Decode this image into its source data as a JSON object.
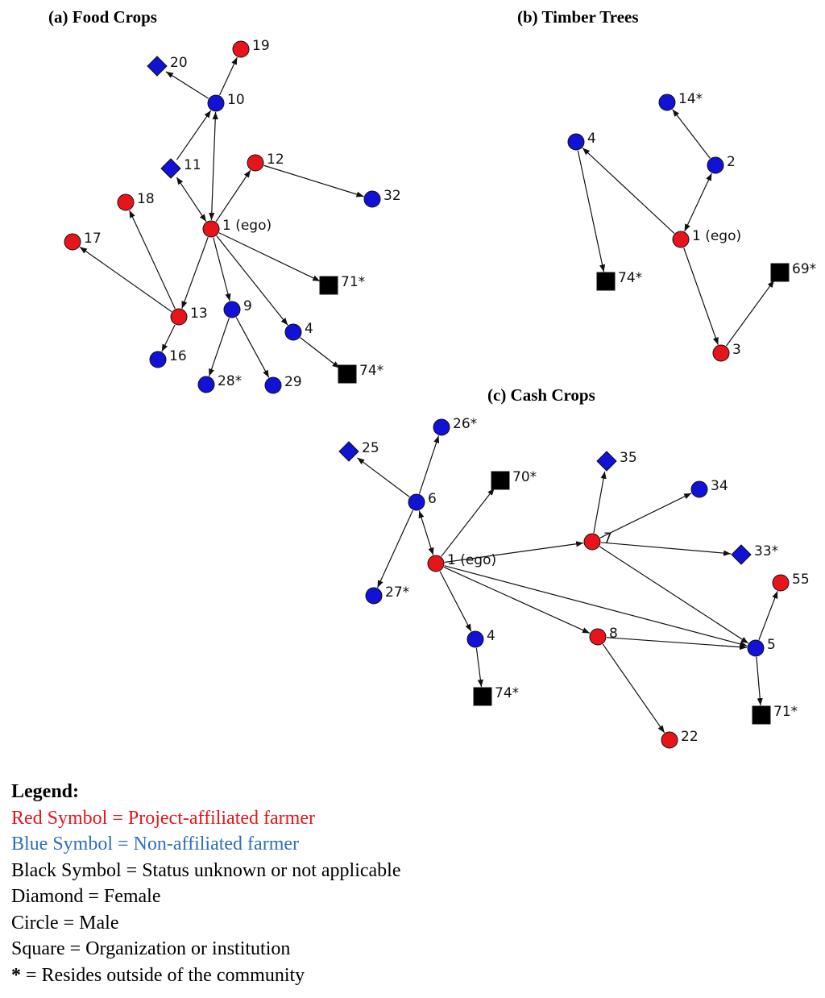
{
  "colors": {
    "project": "#e8141b",
    "nonaffiliated": "#1212d6",
    "unknown": "#000000",
    "legend_red": "#e8141b",
    "legend_blue": "#2f6fb8"
  },
  "panels": [
    {
      "id": "food",
      "title": "(a) Food Crops",
      "nodes": [
        {
          "id": "1",
          "label": "1 (ego)",
          "color": "project",
          "shape": "circle"
        },
        {
          "id": "19",
          "label": "19",
          "color": "project",
          "shape": "circle"
        },
        {
          "id": "20",
          "label": "20",
          "color": "nonaffiliated",
          "shape": "diamond"
        },
        {
          "id": "10",
          "label": "10",
          "color": "nonaffiliated",
          "shape": "circle"
        },
        {
          "id": "11",
          "label": "11",
          "color": "nonaffiliated",
          "shape": "diamond"
        },
        {
          "id": "12",
          "label": "12",
          "color": "project",
          "shape": "circle"
        },
        {
          "id": "32",
          "label": "32",
          "color": "nonaffiliated",
          "shape": "circle"
        },
        {
          "id": "18",
          "label": "18",
          "color": "project",
          "shape": "circle"
        },
        {
          "id": "17",
          "label": "17",
          "color": "project",
          "shape": "circle"
        },
        {
          "id": "71",
          "label": "71*",
          "color": "unknown",
          "shape": "square"
        },
        {
          "id": "13",
          "label": "13",
          "color": "project",
          "shape": "circle"
        },
        {
          "id": "9",
          "label": "9",
          "color": "nonaffiliated",
          "shape": "circle"
        },
        {
          "id": "4",
          "label": "4",
          "color": "nonaffiliated",
          "shape": "circle"
        },
        {
          "id": "74",
          "label": "74*",
          "color": "unknown",
          "shape": "square"
        },
        {
          "id": "16",
          "label": "16",
          "color": "nonaffiliated",
          "shape": "circle"
        },
        {
          "id": "28",
          "label": "28*",
          "color": "nonaffiliated",
          "shape": "circle"
        },
        {
          "id": "29",
          "label": "29",
          "color": "nonaffiliated",
          "shape": "circle"
        }
      ],
      "edges": [
        {
          "from": "10",
          "to": "19",
          "bidirectional": false
        },
        {
          "from": "10",
          "to": "20",
          "bidirectional": false
        },
        {
          "from": "11",
          "to": "10",
          "bidirectional": false
        },
        {
          "from": "1",
          "to": "10",
          "bidirectional": true
        },
        {
          "from": "1",
          "to": "11",
          "bidirectional": true
        },
        {
          "from": "1",
          "to": "12",
          "bidirectional": false
        },
        {
          "from": "12",
          "to": "32",
          "bidirectional": false
        },
        {
          "from": "1",
          "to": "71",
          "bidirectional": false
        },
        {
          "from": "1",
          "to": "13",
          "bidirectional": false
        },
        {
          "from": "1",
          "to": "9",
          "bidirectional": false
        },
        {
          "from": "1",
          "to": "4",
          "bidirectional": false
        },
        {
          "from": "13",
          "to": "18",
          "bidirectional": false
        },
        {
          "from": "13",
          "to": "17",
          "bidirectional": false
        },
        {
          "from": "13",
          "to": "16",
          "bidirectional": false
        },
        {
          "from": "9",
          "to": "28",
          "bidirectional": false
        },
        {
          "from": "9",
          "to": "29",
          "bidirectional": false
        },
        {
          "from": "4",
          "to": "74",
          "bidirectional": false
        }
      ]
    },
    {
      "id": "timber",
      "title": "(b) Timber Trees",
      "nodes": [
        {
          "id": "14",
          "label": "14*",
          "color": "nonaffiliated",
          "shape": "circle"
        },
        {
          "id": "4",
          "label": "4",
          "color": "nonaffiliated",
          "shape": "circle"
        },
        {
          "id": "2",
          "label": "2",
          "color": "nonaffiliated",
          "shape": "circle"
        },
        {
          "id": "1",
          "label": "1 (ego)",
          "color": "project",
          "shape": "circle"
        },
        {
          "id": "74",
          "label": "74*",
          "color": "unknown",
          "shape": "square"
        },
        {
          "id": "69",
          "label": "69*",
          "color": "unknown",
          "shape": "square"
        },
        {
          "id": "3",
          "label": "3",
          "color": "project",
          "shape": "circle"
        }
      ],
      "edges": [
        {
          "from": "2",
          "to": "14",
          "bidirectional": false
        },
        {
          "from": "1",
          "to": "2",
          "bidirectional": true
        },
        {
          "from": "1",
          "to": "4",
          "bidirectional": false
        },
        {
          "from": "4",
          "to": "74",
          "bidirectional": false
        },
        {
          "from": "1",
          "to": "3",
          "bidirectional": false
        },
        {
          "from": "3",
          "to": "69",
          "bidirectional": false
        }
      ]
    },
    {
      "id": "cash",
      "title": "(c) Cash Crops",
      "nodes": [
        {
          "id": "26",
          "label": "26*",
          "color": "nonaffiliated",
          "shape": "circle"
        },
        {
          "id": "25",
          "label": "25",
          "color": "nonaffiliated",
          "shape": "diamond"
        },
        {
          "id": "6",
          "label": "6",
          "color": "nonaffiliated",
          "shape": "circle"
        },
        {
          "id": "70",
          "label": "70*",
          "color": "unknown",
          "shape": "square"
        },
        {
          "id": "35",
          "label": "35",
          "color": "nonaffiliated",
          "shape": "diamond"
        },
        {
          "id": "34",
          "label": "34",
          "color": "nonaffiliated",
          "shape": "circle"
        },
        {
          "id": "7",
          "label": "7",
          "color": "project",
          "shape": "circle"
        },
        {
          "id": "33",
          "label": "33*",
          "color": "nonaffiliated",
          "shape": "diamond"
        },
        {
          "id": "1",
          "label": "1 (ego)",
          "color": "project",
          "shape": "circle"
        },
        {
          "id": "27",
          "label": "27*",
          "color": "nonaffiliated",
          "shape": "circle"
        },
        {
          "id": "55",
          "label": "55",
          "color": "project",
          "shape": "circle"
        },
        {
          "id": "4",
          "label": "4",
          "color": "nonaffiliated",
          "shape": "circle"
        },
        {
          "id": "8",
          "label": "8",
          "color": "project",
          "shape": "circle"
        },
        {
          "id": "5",
          "label": "5",
          "color": "nonaffiliated",
          "shape": "circle"
        },
        {
          "id": "74",
          "label": "74*",
          "color": "unknown",
          "shape": "square"
        },
        {
          "id": "71",
          "label": "71*",
          "color": "unknown",
          "shape": "square"
        },
        {
          "id": "22",
          "label": "22",
          "color": "project",
          "shape": "circle"
        }
      ],
      "edges": [
        {
          "from": "6",
          "to": "26",
          "bidirectional": false
        },
        {
          "from": "6",
          "to": "25",
          "bidirectional": false
        },
        {
          "from": "6",
          "to": "27",
          "bidirectional": false
        },
        {
          "from": "1",
          "to": "6",
          "bidirectional": true
        },
        {
          "from": "1",
          "to": "70",
          "bidirectional": false
        },
        {
          "from": "1",
          "to": "7",
          "bidirectional": false
        },
        {
          "from": "1",
          "to": "4",
          "bidirectional": false
        },
        {
          "from": "1",
          "to": "8",
          "bidirectional": false
        },
        {
          "from": "1",
          "to": "5",
          "bidirectional": false
        },
        {
          "from": "7",
          "to": "35",
          "bidirectional": false
        },
        {
          "from": "7",
          "to": "34",
          "bidirectional": false
        },
        {
          "from": "7",
          "to": "33",
          "bidirectional": false
        },
        {
          "from": "7",
          "to": "5",
          "bidirectional": false
        },
        {
          "from": "8",
          "to": "5",
          "bidirectional": false
        },
        {
          "from": "8",
          "to": "22",
          "bidirectional": false
        },
        {
          "from": "4",
          "to": "74",
          "bidirectional": false
        },
        {
          "from": "5",
          "to": "55",
          "bidirectional": false
        },
        {
          "from": "5",
          "to": "71",
          "bidirectional": false
        }
      ]
    }
  ],
  "legend": {
    "title": "Legend:",
    "red": "Red Symbol = Project-affiliated farmer",
    "blue": "Blue Symbol = Non-affiliated farmer",
    "black": "Black Symbol = Status unknown or not applicable",
    "diamond": "Diamond = Female",
    "circle": "Circle = Male",
    "square": "Square = Organization or institution",
    "asterisk_symbol": "*",
    "asterisk_text": " = Resides outside of the community"
  }
}
